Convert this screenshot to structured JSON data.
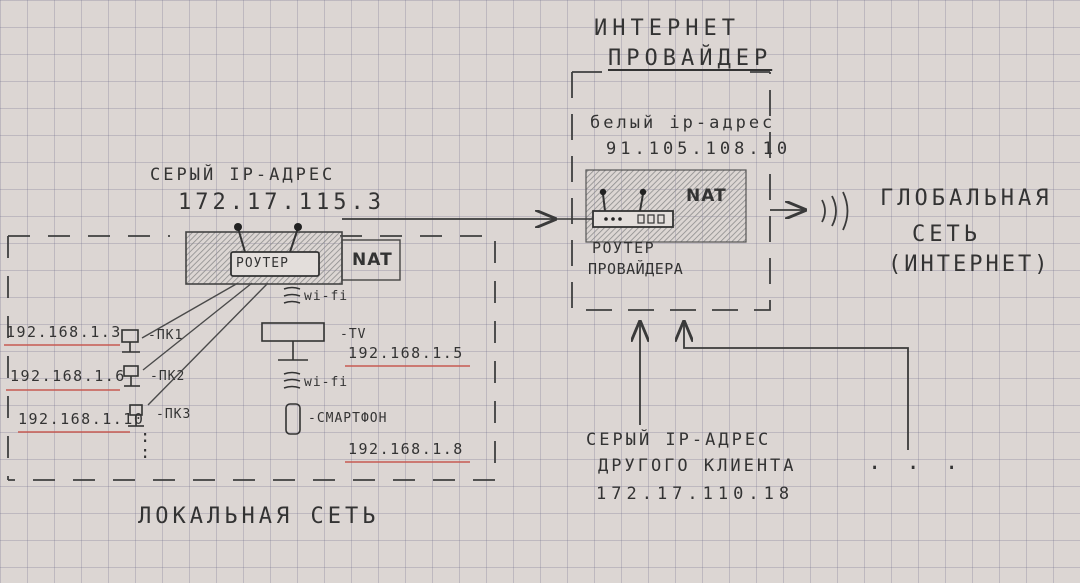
{
  "labels": {
    "isp_title_line1": "ИНТЕРНЕТ",
    "isp_title_line2": "ПРОВАЙДЕР",
    "white_ip_label": "белый ip-адрес",
    "white_ip_value": "91.105.108.10",
    "grey_ip_label": "СЕРЫЙ IP-АДРЕС",
    "grey_ip_value": "172.17.115.3",
    "router_home": "РОУТЕР",
    "nat_home": "NAT",
    "nat_isp": "NAT",
    "router_isp_line1": "РОУТЕР",
    "router_isp_line2": "ПРОВАЙДЕРА",
    "global_line1": "ГЛОБАЛЬНАЯ",
    "global_line2": "СЕТЬ",
    "global_line3": "(ИНТЕРНЕТ)",
    "local_network": "ЛОКАЛЬНАЯ СЕТЬ",
    "other_client_line1": "СЕРЫЙ IP-АДРЕС",
    "other_client_line2": "ДРУГОГО КЛИЕНТА",
    "other_client_ip": "172.17.110.18",
    "ellipsis": ". . .",
    "pc_dots": ":"
  },
  "devices": [
    {
      "ip": "192.168.1.3",
      "name": "-ПК1"
    },
    {
      "ip": "192.168.1.6",
      "name": "-ПК2"
    },
    {
      "ip": "192.168.1.10",
      "name": "-ПКЗ"
    }
  ],
  "wireless": {
    "wifi_label_1": "wi-fi",
    "wifi_label_2": "wi-fi",
    "tv_name": "-TV",
    "tv_ip": "192.168.1.5",
    "phone_name": "-СМАРТФОН",
    "phone_ip": "192.168.1.8"
  },
  "colors": {
    "ink": "#333333",
    "underline": "#c65a52",
    "grid": "#9a9aae",
    "paper": "#dcd6d3"
  }
}
